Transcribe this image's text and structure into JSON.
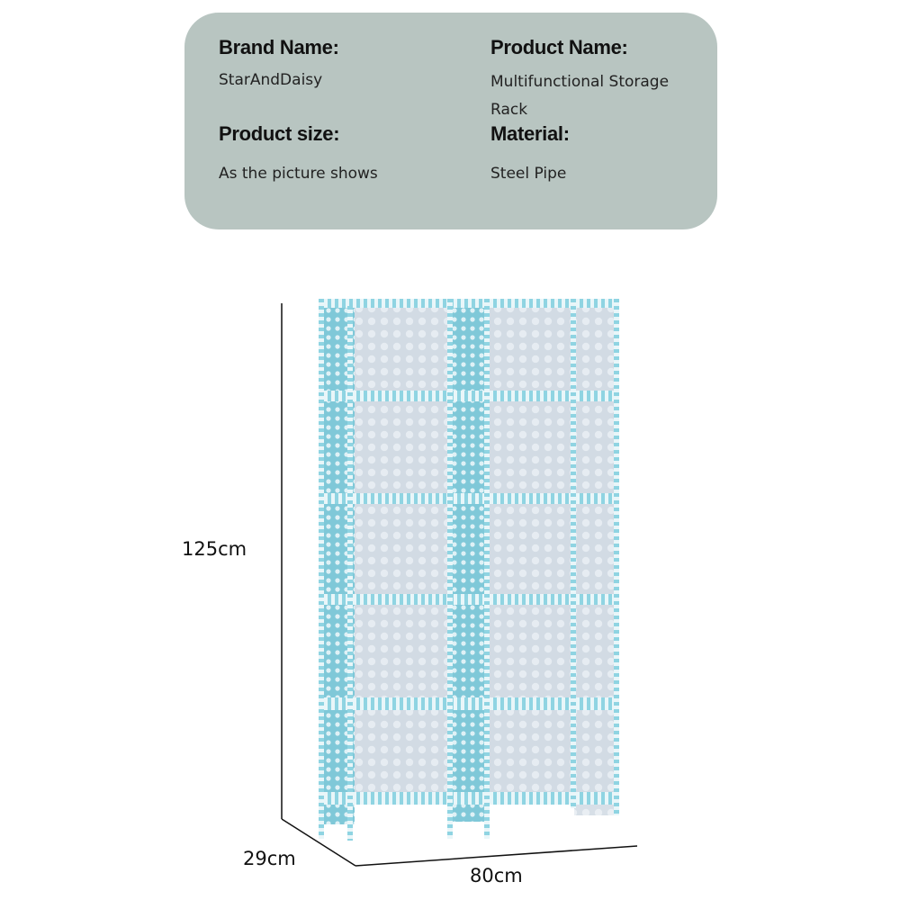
{
  "info": {
    "brand_label": "Brand Name:",
    "brand_value": "StarAndDaisy",
    "product_label": "Product Name:",
    "product_value_line1": "Multifunctional Storage",
    "product_value_line2": "Rack",
    "size_label": "Product size:",
    "size_value": "As the picture shows",
    "material_label": "Material:",
    "material_value": "Steel Pipe"
  },
  "dimensions": {
    "height": "125cm",
    "depth": "29cm",
    "width": "80cm"
  },
  "colors": {
    "card_bg": "#b8c5c1",
    "rack_frame": "#8ed3e0",
    "rack_panel": "#cfd8e2"
  }
}
